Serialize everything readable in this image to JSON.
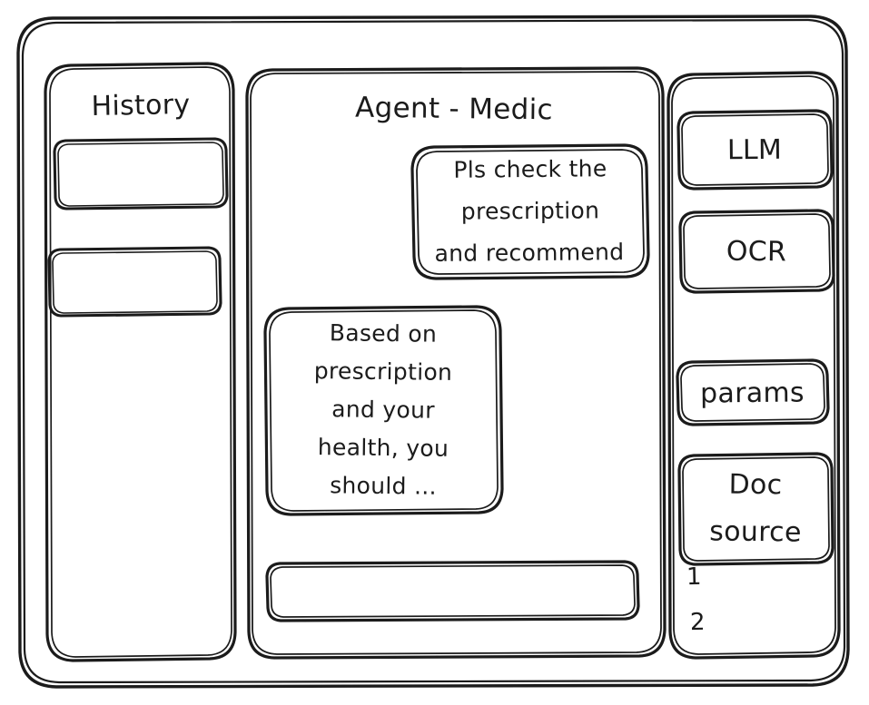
{
  "window": {
    "name": "agent-medic-wireframe"
  },
  "sidebar_left": {
    "title": "History",
    "items": [
      {
        "label": ""
      },
      {
        "label": ""
      }
    ]
  },
  "main": {
    "title": "Agent - Medic",
    "messages": [
      {
        "role": "user",
        "text": "Pls check the prescription and recommend",
        "lines": [
          "Pls check the",
          "prescription",
          "and recommend"
        ]
      },
      {
        "role": "assistant",
        "text": "Based on prescription and your health, you should ...",
        "lines": [
          "Based on",
          "prescription",
          "and your",
          "health, you",
          "should ..."
        ]
      }
    ],
    "composer": {
      "value": "",
      "placeholder": ""
    }
  },
  "sidebar_right": {
    "tools": [
      {
        "label": "LLM"
      },
      {
        "label": "OCR"
      },
      {
        "label": "params"
      }
    ],
    "doc_source": {
      "label": "Doc source",
      "lines": [
        "Doc",
        "source"
      ],
      "items": [
        "1",
        "2"
      ]
    }
  },
  "style": {
    "stroke": "#1b1b1b",
    "background": "#ffffff"
  }
}
